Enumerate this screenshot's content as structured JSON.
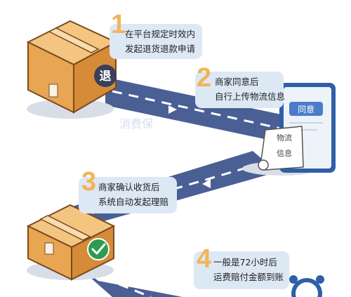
{
  "steps": [
    {
      "number": "1",
      "lines": [
        "在平台规定时效内",
        "发起退货退款申请"
      ]
    },
    {
      "number": "2",
      "lines": [
        "商家同意后",
        "自行上传物流信息"
      ]
    },
    {
      "number": "3",
      "lines": [
        "商家确认收货后",
        "系统自动发起理赔"
      ]
    },
    {
      "number": "4",
      "lines": [
        "一般是72小时后",
        "运费赔付金额到账"
      ]
    }
  ],
  "box_label": "退",
  "phone_badge": "同意",
  "receipt": [
    "物流",
    "信息"
  ],
  "watermark": "消费保",
  "colors": {
    "road": "#4a5f94",
    "road_dash": "#ffffff",
    "box": "#e8a653",
    "bubble": "#dde8f5",
    "number": "#f2b45a",
    "phone": "#2f5fa8",
    "check": "#2e9b52"
  }
}
